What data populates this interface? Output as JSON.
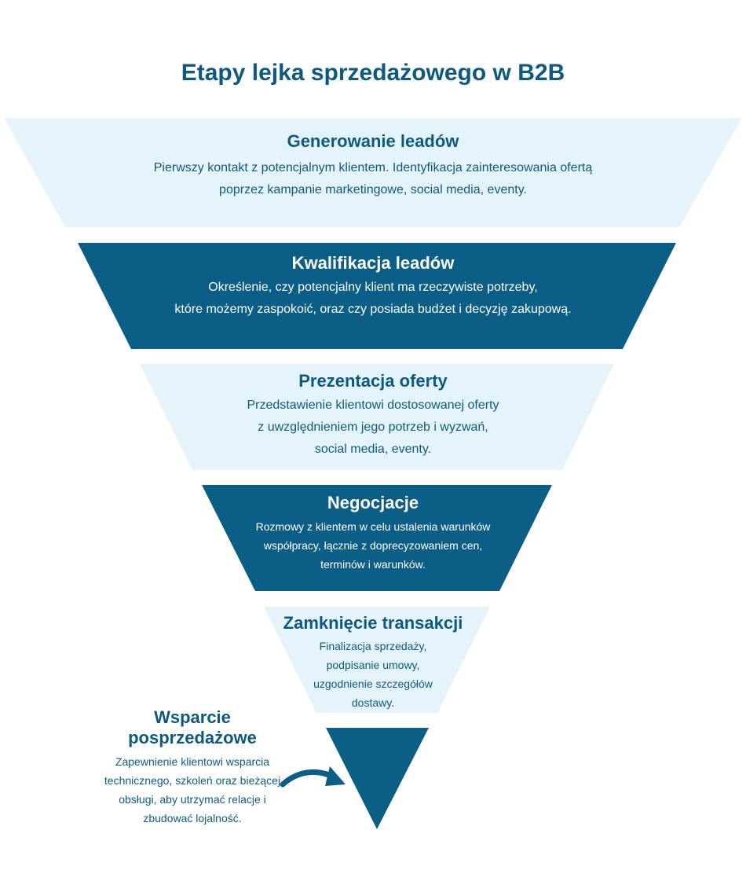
{
  "title": "Etapy lejka sprzedażowego w B2B",
  "colors": {
    "dark": "#0b5e86",
    "light": "#e4f4fa",
    "text": "#0d5a80"
  },
  "stages": [
    {
      "heading": "Generowanie leadów",
      "lines": [
        "Pierwszy kontakt z potencjalnym klientem. Identyfikacja zainteresowania ofertą",
        "poprzez kampanie marketingowe, social media, eventy."
      ]
    },
    {
      "heading": "Kwalifikacja leadów",
      "lines": [
        "Określenie, czy potencjalny klient ma rzeczywiste potrzeby,",
        "które możemy zaspokoić, oraz czy posiada budżet i decyzję zakupową."
      ]
    },
    {
      "heading": "Prezentacja oferty",
      "lines": [
        "Przedstawienie klientowi dostosowanej oferty",
        "z uwzględnieniem jego potrzeb i wyzwań,",
        "social media, eventy."
      ]
    },
    {
      "heading": "Negocjacje",
      "lines": [
        "Rozmowy z klientem w celu ustalenia warunków",
        "współpracy, łącznie z doprecyzowaniem cen,",
        "terminów i warunków."
      ]
    },
    {
      "heading": "Zamknięcie transakcji",
      "lines": [
        "Finalizacja sprzedaży,",
        "podpisanie umowy,",
        "uzgodnienie szczegółów",
        "dostawy."
      ]
    },
    {
      "heading_lines": [
        "Wsparcie",
        "posprzedażowe"
      ],
      "lines": [
        "Zapewnienie klientowi wsparcia",
        "technicznego, szkoleń oraz bieżącej",
        "obsługi, aby utrzymać relacje i",
        "zbudować lojalność."
      ]
    }
  ]
}
